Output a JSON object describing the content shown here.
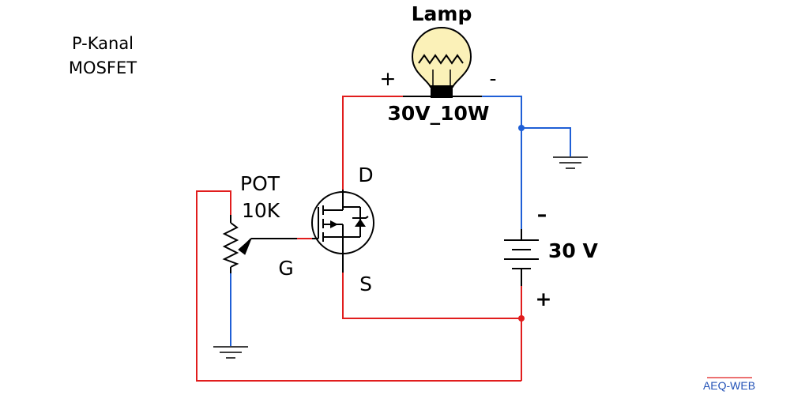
{
  "title_lines": [
    "P-Kanal",
    "MOSFET"
  ],
  "lamp": {
    "label": "Lamp",
    "rating": "30V_10W",
    "plus": "+",
    "minus": "-"
  },
  "mosfet": {
    "drain": "D",
    "gate": "G",
    "source": "S"
  },
  "pot": {
    "name": "POT",
    "value": "10K"
  },
  "battery": {
    "voltage": "30 V",
    "minus": "–",
    "plus": "+"
  },
  "brand": "AEQ-WEB",
  "colors": {
    "positive_wire": "#e11d1d",
    "negative_wire": "#1f5fd6",
    "component": "#000000",
    "lamp_bulb": "#fbf1b8",
    "brand_text": "#1f4fb5",
    "brand_line": "#e11d1d"
  }
}
